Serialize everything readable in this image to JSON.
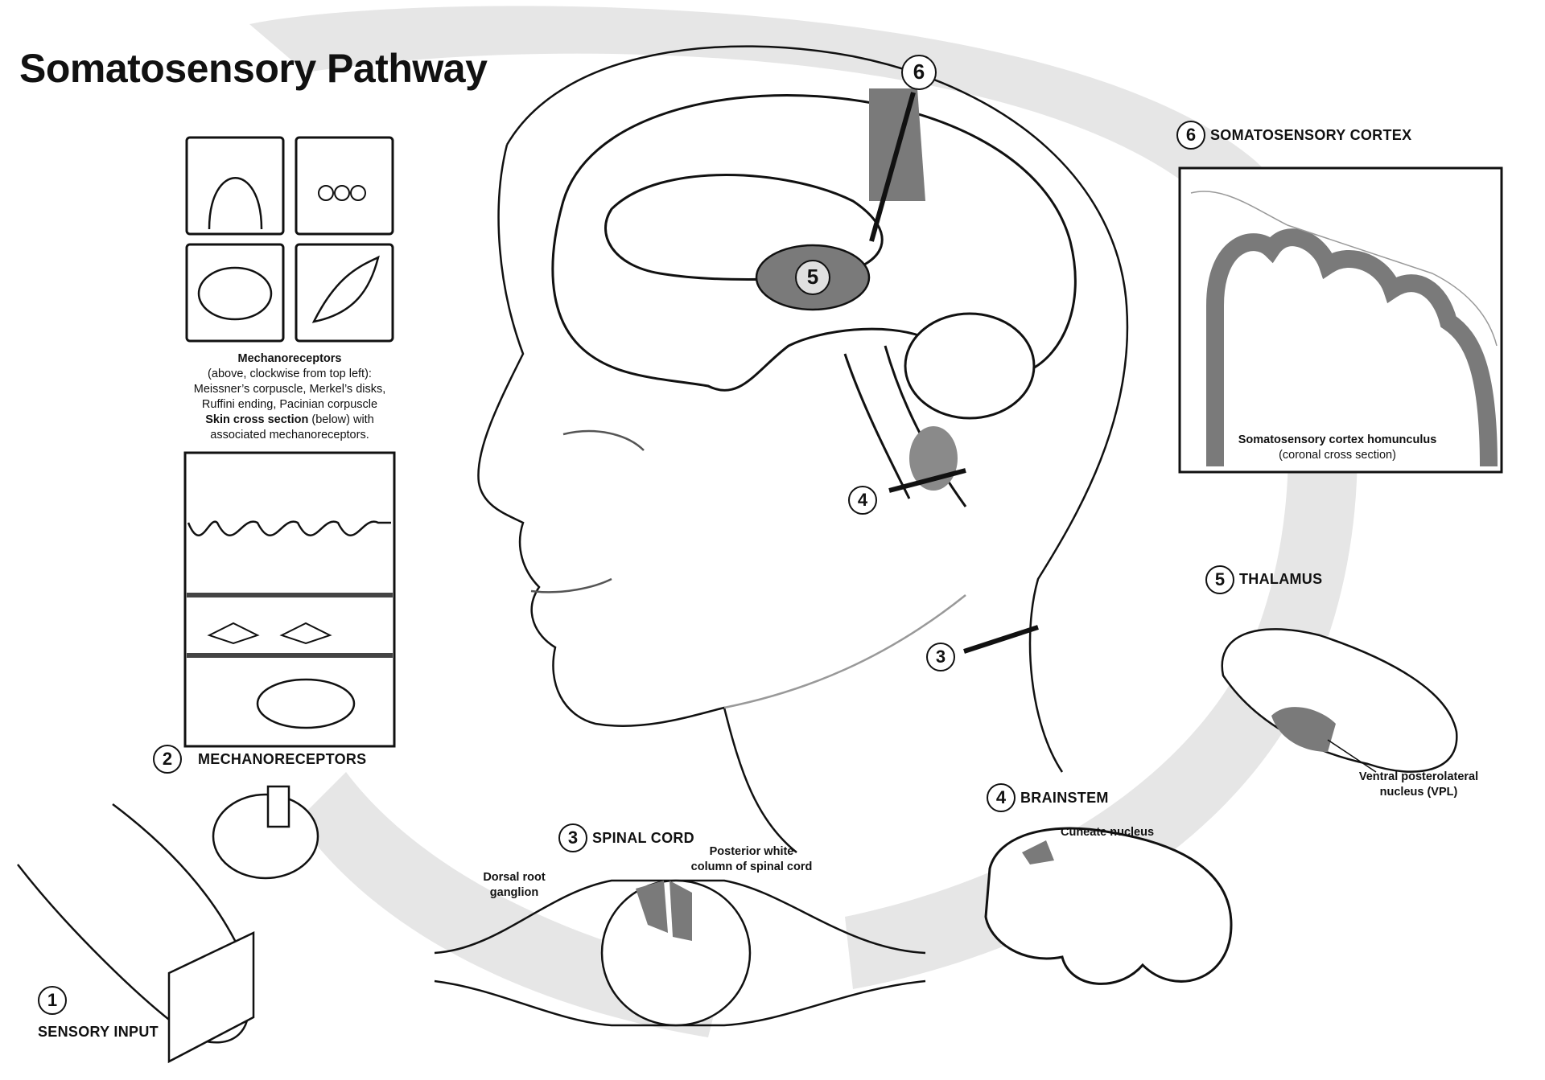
{
  "title": "Somatosensory Pathway",
  "steps": [
    {
      "number": "1",
      "label": "SENSORY INPUT"
    },
    {
      "number": "2",
      "label": "MECHANORECEPTORS"
    },
    {
      "number": "3",
      "label": "SPINAL CORD"
    },
    {
      "number": "4",
      "label": "BRAINSTEM"
    },
    {
      "number": "5",
      "label": "THALAMUS"
    },
    {
      "number": "6",
      "label": "SOMATOSENSORY CORTEX"
    }
  ],
  "head_markers": [
    "6",
    "5",
    "4",
    "3"
  ],
  "mechanoreceptors_caption": {
    "heading": "Mechanoreceptors",
    "line1": "(above, clockwise from top left):",
    "line2": "Meissner’s corpuscle, Merkel’s disks,",
    "line3": "Ruffini ending, Pacinian corpuscle",
    "line4_bold": "Skin cross section",
    "line4_rest": " (below) with",
    "line5": "associated mechanoreceptors."
  },
  "cortex_caption": {
    "line1": "Somatosensory cortex homunculus",
    "line2": "(coronal cross section)"
  },
  "spinal_labels": {
    "ganglion_line1": "Dorsal root",
    "ganglion_line2": "ganglion",
    "column_line1": "Posterior white",
    "column_line2": "column of spinal cord"
  },
  "brainstem_label": "Cuneate nucleus",
  "thalamus_labels": {
    "line1": "Ventral posterolateral",
    "line2": "nucleus (VPL)"
  },
  "colors": {
    "highlight": "#7a7a7a",
    "ring": "#e6e6e6",
    "line": "#111111"
  }
}
